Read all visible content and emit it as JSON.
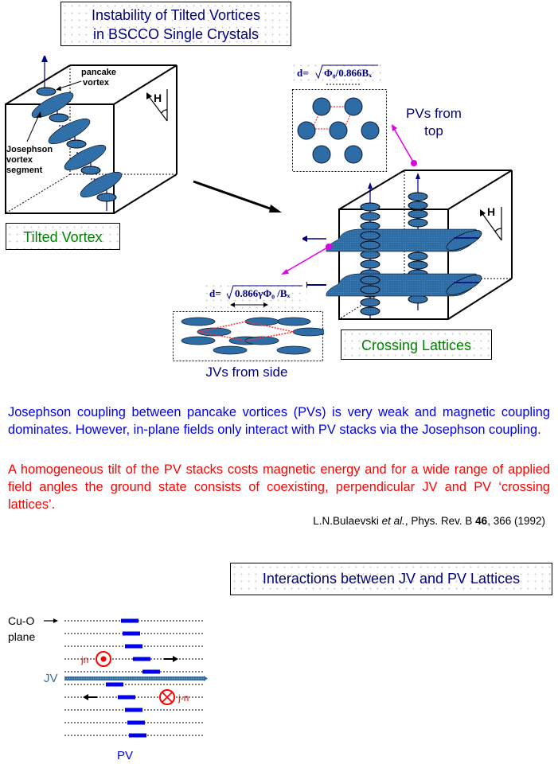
{
  "title": {
    "line1": "Instability of Tilted Vortices",
    "line2": "in BSCCO Single Crystals"
  },
  "tilted_vortex_diagram": {
    "label_pancake_line1": "pancake",
    "label_pancake_line2": "vortex",
    "label_josephson_line1": "Josephson",
    "label_josephson_line2": "vortex",
    "label_josephson_line3": "segment",
    "field_label": "H",
    "caption": "Tilted Vortex"
  },
  "pv_top_inset": {
    "formula_lhs": "d=",
    "formula_rhs": "Φ₀/0.866Bₓ",
    "caption_line1": "PVs from",
    "caption_line2": "top"
  },
  "jv_side_inset": {
    "formula_lhs": "d=",
    "formula_rhs": "0.866γΦ₀ /Bₓ",
    "caption": "JVs from side"
  },
  "crossing_diagram": {
    "field_label": "H",
    "caption": "Crossing Lattices"
  },
  "text": {
    "para1": "Josephson coupling between pancake vortices (PVs) is very weak and magnetic coupling dominates.  However, in-plane fields only interact with PV stacks via the Josephson coupling.",
    "para2": "A homogeneous tilt of the PV stacks costs magnetic energy and for a wide range of applied field angles the ground state consists of coexisting, perpendicular JV and PV ‘crossing lattices’.",
    "citation_authors": "L.N.Bulaevski ",
    "citation_etal": "et al.",
    "citation_journal": ", Phys. Rev. B ",
    "citation_volume": "46",
    "citation_rest": ", 366 (1992)"
  },
  "interactions": {
    "title": "Interactions between JV and PV Lattices",
    "cuo_label_line1": "Cu-O",
    "cuo_label_line2": "plane",
    "jv_label": "JV",
    "pv_label": "PV",
    "current_plus": "jn",
    "current_minus": "j-n",
    "pv_segment_offsets": [
      0,
      2,
      5,
      15,
      27,
      -19,
      -4,
      5,
      8,
      10
    ]
  },
  "colors": {
    "title_navy": "#000080",
    "body_blue": "#0000ee",
    "body_red": "#ff0000",
    "caption_green": "#008000",
    "vortex_fill": "#2a6aa8",
    "magenta": "#e000e0",
    "jv_steel": "#3a6e9e"
  }
}
